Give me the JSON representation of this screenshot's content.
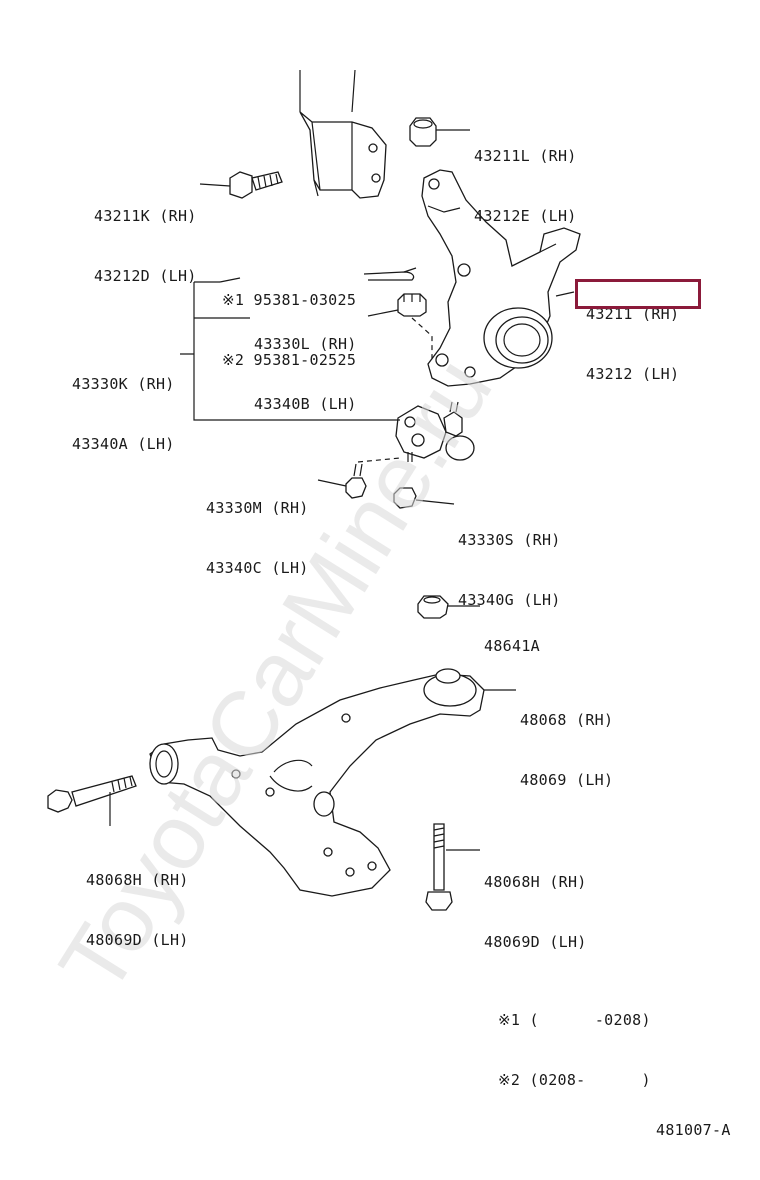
{
  "watermark": "ToyotaCarMine.ru",
  "labels": {
    "l43211L": {
      "rh": "43211L (RH)",
      "lh": "43212E (LH)"
    },
    "l43211K": {
      "rh": "43211K (RH)",
      "lh": "43212D (LH)"
    },
    "l95381": {
      "n1": "※1 95381-03025",
      "n2": "※2 95381-02525"
    },
    "l43330L": {
      "rh": "43330L (RH)",
      "lh": "43340B (LH)"
    },
    "l43330K": {
      "rh": "43330K (RH)",
      "lh": "43340A (LH)"
    },
    "l43211": {
      "rh": "43211 (RH)",
      "lh": "43212 (LH)"
    },
    "l43330M": {
      "rh": "43330M (RH)",
      "lh": "43340C (LH)"
    },
    "l43330S": {
      "rh": "43330S (RH)",
      "lh": "43340G (LH)"
    },
    "l48641A": {
      "a": "48641A"
    },
    "l48068": {
      "rh": "48068 (RH)",
      "lh": "48069 (LH)"
    },
    "l48068H_left": {
      "rh": "48068H (RH)",
      "lh": "48069D (LH)"
    },
    "l48068H_right": {
      "rh": "48068H (RH)",
      "lh": "48069D (LH)"
    }
  },
  "notes": {
    "n1": "※1 (      -0208)",
    "n2": "※2 (0208-      )"
  },
  "diagram_code": "481007-A",
  "highlight_color": "#8b1a3a"
}
